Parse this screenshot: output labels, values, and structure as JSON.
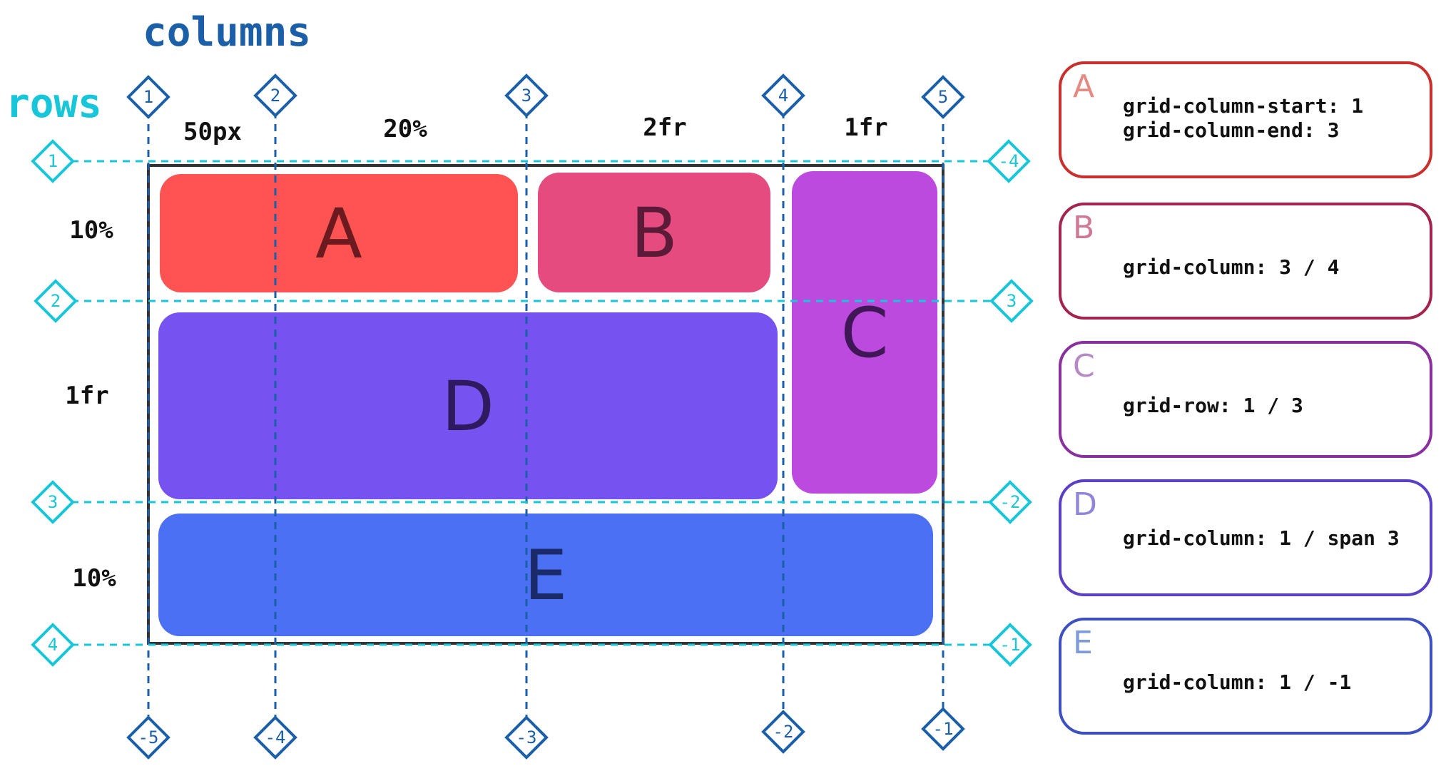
{
  "labels": {
    "columns_title": "columns",
    "rows_title": "rows"
  },
  "colors": {
    "column_lines": "#1a5fa8",
    "row_lines": "#17c6d8",
    "border": "#333333"
  },
  "column_lines": {
    "positive": [
      "1",
      "2",
      "3",
      "4",
      "5"
    ],
    "negative": [
      "-5",
      "-4",
      "-3",
      "-2",
      "-1"
    ]
  },
  "row_lines": {
    "positive": [
      "1",
      "2",
      "3",
      "4"
    ],
    "negative": [
      "-4",
      "3",
      "-2",
      "-1"
    ]
  },
  "column_tracks": [
    "50px",
    "20%",
    "2fr",
    "1fr"
  ],
  "row_tracks": [
    "10%",
    "1fr",
    "10%"
  ],
  "areas": [
    {
      "letter": "A",
      "fill": "#fd5353",
      "text": "#6b1a1f"
    },
    {
      "letter": "B",
      "fill": "#e64b80",
      "text": "#5a1a38"
    },
    {
      "letter": "C",
      "fill": "#bd4ade",
      "text": "#3f1756"
    },
    {
      "letter": "D",
      "fill": "#7653f0",
      "text": "#2d1a5f"
    },
    {
      "letter": "E",
      "fill": "#4b70f4",
      "text": "#1b2b6a"
    }
  ],
  "cards": [
    {
      "letter": "A",
      "lines": [
        "grid-column-start: 1",
        "grid-column-end: 3"
      ],
      "border": "#c9302c",
      "letter_color": "#e58a83"
    },
    {
      "letter": "B",
      "lines": [
        "grid-column: 3 / 4"
      ],
      "border": "#a5244d",
      "letter_color": "#cf7895"
    },
    {
      "letter": "C",
      "lines": [
        "grid-row: 1 / 3"
      ],
      "border": "#8a2f9e",
      "letter_color": "#b887c6"
    },
    {
      "letter": "D",
      "lines": [
        "grid-column: 1 / span 3"
      ],
      "border": "#5b3fc4",
      "letter_color": "#8f86d9"
    },
    {
      "letter": "E",
      "lines": [
        "grid-column: 1 / -1"
      ],
      "border": "#3d50c2",
      "letter_color": "#7c9bd8"
    }
  ]
}
